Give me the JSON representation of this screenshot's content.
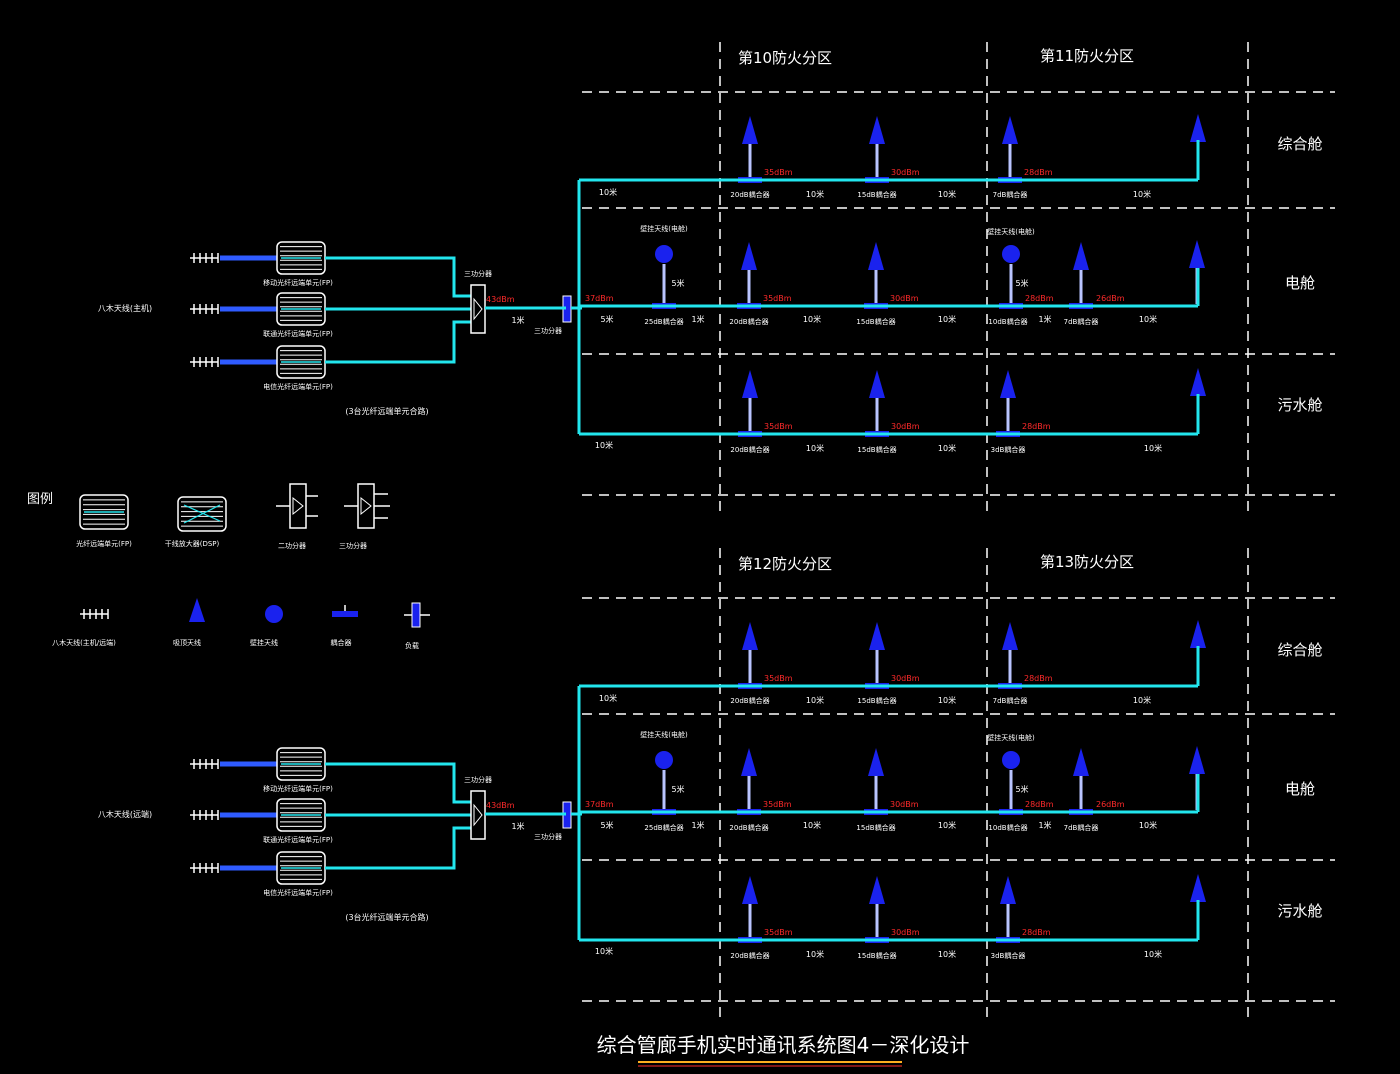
{
  "title": "综合管廊手机实时通讯系统图4－深化设计",
  "colors": {
    "background": "#000000",
    "feeder": "#22e6ee",
    "device": "#1a22ee",
    "stem": "#b9c4ff",
    "label_red": "#ff2a2a",
    "title_underline": "#ffb020",
    "dash": "#ffffff"
  },
  "legend": {
    "title": "图例",
    "items": [
      {
        "icon": "hybrid-unit-a-icon",
        "label": "光纤远端单元(FP)"
      },
      {
        "icon": "hybrid-unit-b-icon",
        "label": "干线放大器(DSP)"
      },
      {
        "icon": "splitter-2way-icon",
        "label": "二功分器"
      },
      {
        "icon": "splitter-3way-icon",
        "label": "三功分器"
      },
      {
        "icon": "source-antenna-icon",
        "label": "八木天线(主机/远端)"
      },
      {
        "icon": "omni-antenna-icon",
        "label": "吸顶天线"
      },
      {
        "icon": "wall-antenna-icon",
        "label": "壁挂天线"
      },
      {
        "icon": "coupler-icon",
        "label": "耦合器"
      },
      {
        "icon": "feeder-terminal-icon",
        "label": "负载"
      }
    ]
  },
  "zone_headers_top": [
    "第10防火分区",
    "第11防火分区"
  ],
  "zone_headers_bottom": [
    "第12防火分区",
    "第13防火分区"
  ],
  "compartments": [
    "综合舱",
    "电舱",
    "污水舱"
  ],
  "systems": [
    {
      "source_label": "八木天线(主机)",
      "unit_labels": [
        "移动光纤远端单元(FP)",
        "联通光纤远端单元(FP)",
        "电信光纤远端单元(FP)"
      ],
      "note": "(3台光纤远端单元合路)",
      "splitter1_label": "三功分器",
      "splitter1_power": "43dBm",
      "splitter2_label": "三功分器",
      "splitter2_power": "37dBm",
      "seg_src": "1米",
      "row1": {
        "start_len": "10米",
        "coupler_tags": [
          "20dB耦合器",
          "15dB耦合器",
          "7dB耦合器"
        ],
        "powers": [
          "35dBm",
          "30dBm",
          "28dBm"
        ],
        "lens": [
          "10米",
          "10米",
          "10米"
        ]
      },
      "row2": {
        "wall_label": "壁挂天线(电舱)",
        "wall_label2": "壁挂天线(电舱)",
        "start_len": "5米",
        "stem_len": "5米",
        "coupler_tags": [
          "25dB耦合器",
          "20dB耦合器",
          "15dB耦合器",
          "10dB耦合器",
          "7dB耦合器"
        ],
        "powers": [
          "35dBm",
          "30dBm",
          "28dBm",
          "26dBm"
        ],
        "lens": [
          "1米",
          "10米",
          "10米",
          "1米",
          "10米"
        ]
      },
      "row3": {
        "start_len": "10米",
        "coupler_tags": [
          "20dB耦合器",
          "15dB耦合器",
          "3dB耦合器"
        ],
        "powers": [
          "35dBm",
          "30dBm",
          "28dBm"
        ],
        "lens": [
          "10米",
          "10米",
          "10米"
        ]
      }
    },
    {
      "source_label": "八木天线(远端)",
      "unit_labels": [
        "移动光纤远端单元(FP)",
        "联通光纤远端单元(FP)",
        "电信光纤远端单元(FP)"
      ],
      "note": "(3台光纤远端单元合路)",
      "splitter1_label": "三功分器",
      "splitter1_power": "43dBm",
      "splitter2_label": "三功分器",
      "splitter2_power": "37dBm",
      "seg_src": "1米",
      "row1": {
        "start_len": "10米",
        "coupler_tags": [
          "20dB耦合器",
          "15dB耦合器",
          "7dB耦合器"
        ],
        "powers": [
          "35dBm",
          "30dBm",
          "28dBm"
        ],
        "lens": [
          "10米",
          "10米",
          "10米"
        ]
      },
      "row2": {
        "wall_label": "壁挂天线(电舱)",
        "wall_label2": "壁挂天线(电舱)",
        "start_len": "5米",
        "stem_len": "5米",
        "coupler_tags": [
          "25dB耦合器",
          "20dB耦合器",
          "15dB耦合器",
          "10dB耦合器",
          "7dB耦合器"
        ],
        "powers": [
          "35dBm",
          "30dBm",
          "28dBm",
          "26dBm"
        ],
        "lens": [
          "1米",
          "10米",
          "10米",
          "1米",
          "10米"
        ]
      },
      "row3": {
        "start_len": "10米",
        "coupler_tags": [
          "20dB耦合器",
          "15dB耦合器",
          "3dB耦合器"
        ],
        "powers": [
          "35dBm",
          "30dBm",
          "28dBm"
        ],
        "lens": [
          "10米",
          "10米",
          "10米"
        ]
      }
    }
  ]
}
